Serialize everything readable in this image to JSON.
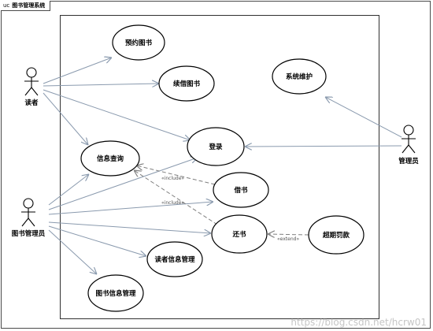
{
  "frame": {
    "keyword": "uc",
    "title": "图书管理系统"
  },
  "actors": {
    "reader": "读者",
    "librarian": "图书管理员",
    "admin": "管理员"
  },
  "use_cases": {
    "reserve": "预约图书",
    "renew": "续借图书",
    "maintain": "系统维护",
    "query": "信息查询",
    "login": "登录",
    "borrow": "借书",
    "return": "还书",
    "fine": "超期罚款",
    "reader_mgmt": "读者信息管理",
    "book_mgmt": "图书信息管理"
  },
  "relations": {
    "include_1": "«include»",
    "include_2": "«include»",
    "extend": "«extend»"
  },
  "colors": {
    "line": "#8a9aae",
    "dash": "#808080",
    "stroke": "#000000"
  },
  "watermark": "https://blog.csdn.net/hcrw01"
}
